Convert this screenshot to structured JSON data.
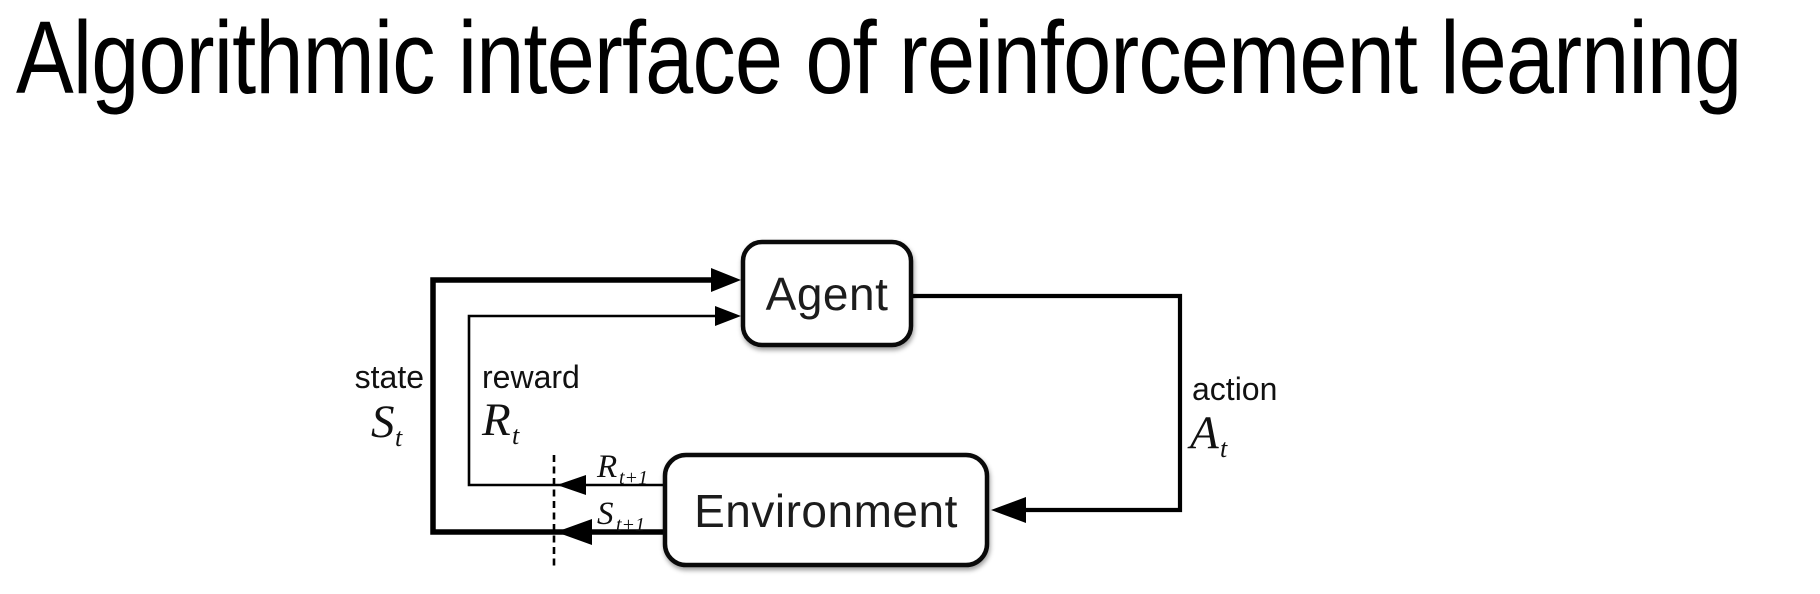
{
  "title": "Algorithmic interface of reinforcement learning",
  "diagram": {
    "agent_label": "Agent",
    "environment_label": "Environment",
    "state_label": "state",
    "reward_label": "reward",
    "action_label": "action",
    "symbols": {
      "state": {
        "base": "S",
        "sub": "t"
      },
      "reward": {
        "base": "R",
        "sub": "t"
      },
      "action": {
        "base": "A",
        "sub": "t"
      },
      "next_reward": {
        "base": "R",
        "sub": "t+1"
      },
      "next_state": {
        "base": "S",
        "sub": "t+1"
      }
    },
    "colors": {
      "background": "#ffffff",
      "line": "#000000",
      "box_border": "#0a0a0a",
      "box_fill": "#ffffff",
      "text": "#111111"
    }
  }
}
